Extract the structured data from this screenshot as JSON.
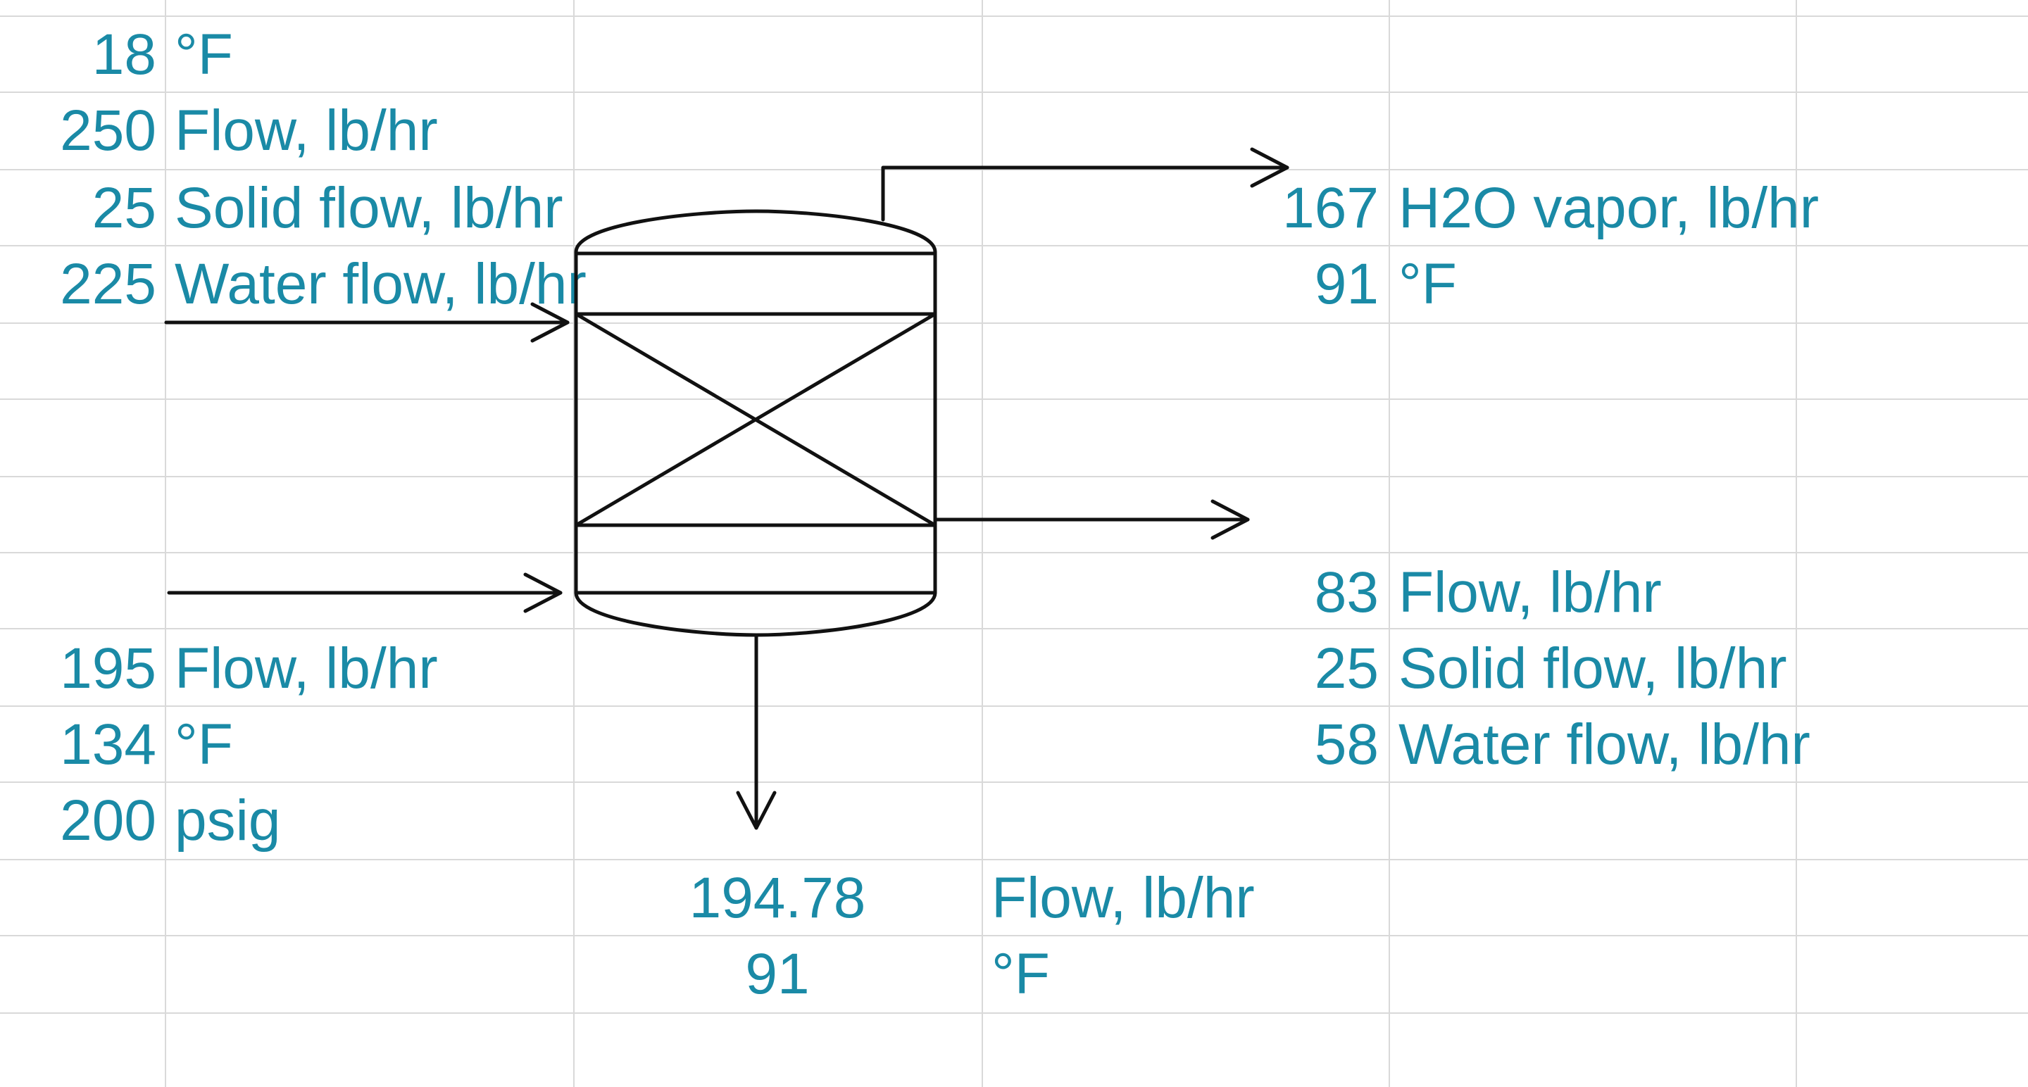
{
  "feed_stream": {
    "temperature": {
      "value": "18",
      "unit": "°F"
    },
    "flow": {
      "value": "250",
      "unit": "Flow, lb/hr"
    },
    "solid_flow": {
      "value": "25",
      "unit": "Solid flow, lb/hr"
    },
    "water_flow": {
      "value": "225",
      "unit": "Water flow, lb/hr"
    }
  },
  "steam_stream": {
    "flow": {
      "value": "195",
      "unit": "Flow, lb/hr"
    },
    "temperature": {
      "value": "134",
      "unit": "°F"
    },
    "pressure": {
      "value": "200",
      "unit": "psig"
    }
  },
  "vapor_stream": {
    "h2o_vapor": {
      "value": "167",
      "unit": "H2O vapor, lb/hr"
    },
    "temperature": {
      "value": "91",
      "unit": "°F"
    }
  },
  "product_stream": {
    "flow": {
      "value": "83",
      "unit": "Flow, lb/hr"
    },
    "solid_flow": {
      "value": "25",
      "unit": "Solid flow, lb/hr"
    },
    "water_flow": {
      "value": "58",
      "unit": "Water flow, lb/hr"
    }
  },
  "bottom_stream": {
    "flow": {
      "value": "194.78",
      "unit": "Flow, lb/hr"
    },
    "temperature": {
      "value": "91",
      "unit": "°F"
    }
  },
  "colors": {
    "text": "#1a8aa6",
    "gridline": "#d9d9d9",
    "diagram_stroke": "#111111"
  }
}
